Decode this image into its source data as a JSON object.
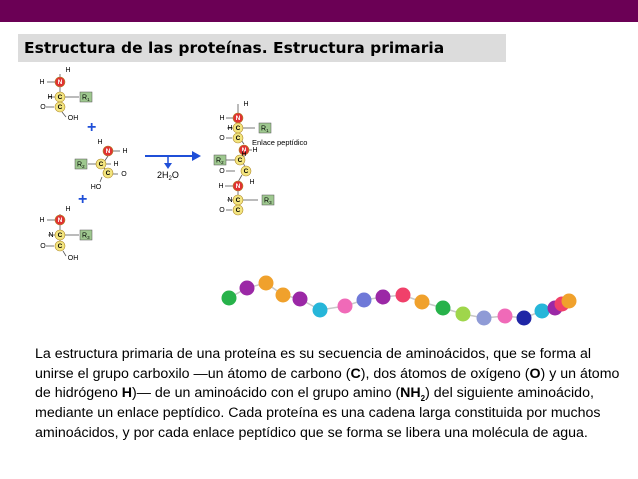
{
  "colors": {
    "top_bar": "#6b0055",
    "title_bg": "#dcdcdc",
    "nitrogen": "#e03131",
    "carbon": "#f3e57f",
    "residue": "#9ec88f",
    "arrow": "#1f4fd8"
  },
  "slide": {
    "title": "Estructura de las proteínas. Estructura primaria"
  },
  "diagram": {
    "reagent_label": "2H",
    "reagent_sub": "2",
    "reagent_tail": "O",
    "bond_label": "Enlace peptídico",
    "atoms": {
      "H": "H",
      "N": "N",
      "C": "C",
      "O": "O",
      "OH": "OH",
      "HO": "HO"
    },
    "residues": {
      "r1": "R",
      "r2": "R",
      "r3": "R",
      "r1_sub": "1",
      "r2_sub": "2",
      "r3_sub": "3"
    },
    "plus": "+",
    "bead_colors": [
      "#27b24a",
      "#9b28a6",
      "#f0a12c",
      "#f0a12c",
      "#9b28a6",
      "#26b6d9",
      "#f06ab8",
      "#6f79d8",
      "#9b28a6",
      "#f0406a",
      "#f0a12c",
      "#27b24a",
      "#9fd64b",
      "#8f9bd6",
      "#f06ab8",
      "#1f26a6",
      "#26b6d9",
      "#9b28a6",
      "#f0406a",
      "#f0a12c"
    ]
  },
  "paragraph": {
    "p1": "La estructura primaria de una proteína es su secuencia de aminoácidos, que se forma al unirse el grupo carboxilo —un átomo de carbono (",
    "b1": "C",
    "p2": "), dos átomos de oxígeno (",
    "b2": "O",
    "p3": ") y un átomo de hidrógeno ",
    "b3": "H",
    "p4": ")— de un aminoácido con el grupo amino (",
    "b4": "NH",
    "b4_sub": "2",
    "p5": ") del siguiente aminoácido, mediante un enlace peptídico. Cada proteína es una cadena larga constituida por muchos aminoácidos, y por cada enlace peptídico que se forma se libera una molécula de agua."
  }
}
